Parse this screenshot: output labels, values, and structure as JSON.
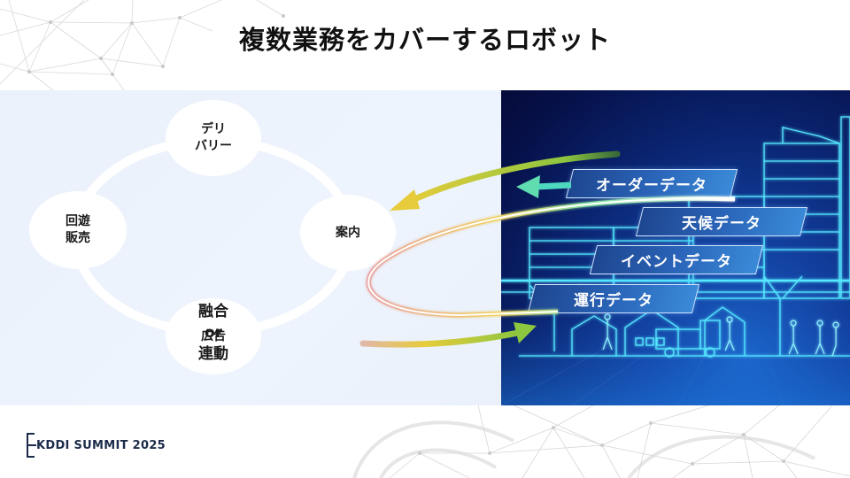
{
  "slide": {
    "title": "複数業務をカバーするロボット"
  },
  "cycle_diagram": {
    "nodes": [
      {
        "id": "delivery",
        "lines": [
          "デリ",
          "バリー"
        ]
      },
      {
        "id": "guidance",
        "lines": [
          "案内"
        ]
      },
      {
        "id": "advertising",
        "lines": [
          "広告"
        ]
      },
      {
        "id": "roaming-sales",
        "lines": [
          "回遊",
          "販売"
        ]
      }
    ],
    "center": {
      "lines": [
        "融合",
        "or",
        "連動"
      ]
    }
  },
  "data_tags": [
    {
      "id": "order",
      "label": "オーダーデータ"
    },
    {
      "id": "weather",
      "label": "天候データ"
    },
    {
      "id": "event",
      "label": "イベントデータ"
    },
    {
      "id": "operation",
      "label": "運行データ"
    }
  ],
  "colors": {
    "panel_left_bg": "#eaf1fb",
    "panel_right_bg": "#06114a",
    "tag_gradient_start": "#1e4690",
    "tag_gradient_end": "#3a8ad8",
    "arrow_green": "#8dc63f",
    "arrow_yellow": "#e6cc3a",
    "arrow_teal": "#4fd8b0",
    "neon_cyan": "#49e6ff",
    "logo_navy": "#1c2b4a"
  },
  "footer": {
    "logo_text": "KDDI SUMMIT 2025"
  }
}
